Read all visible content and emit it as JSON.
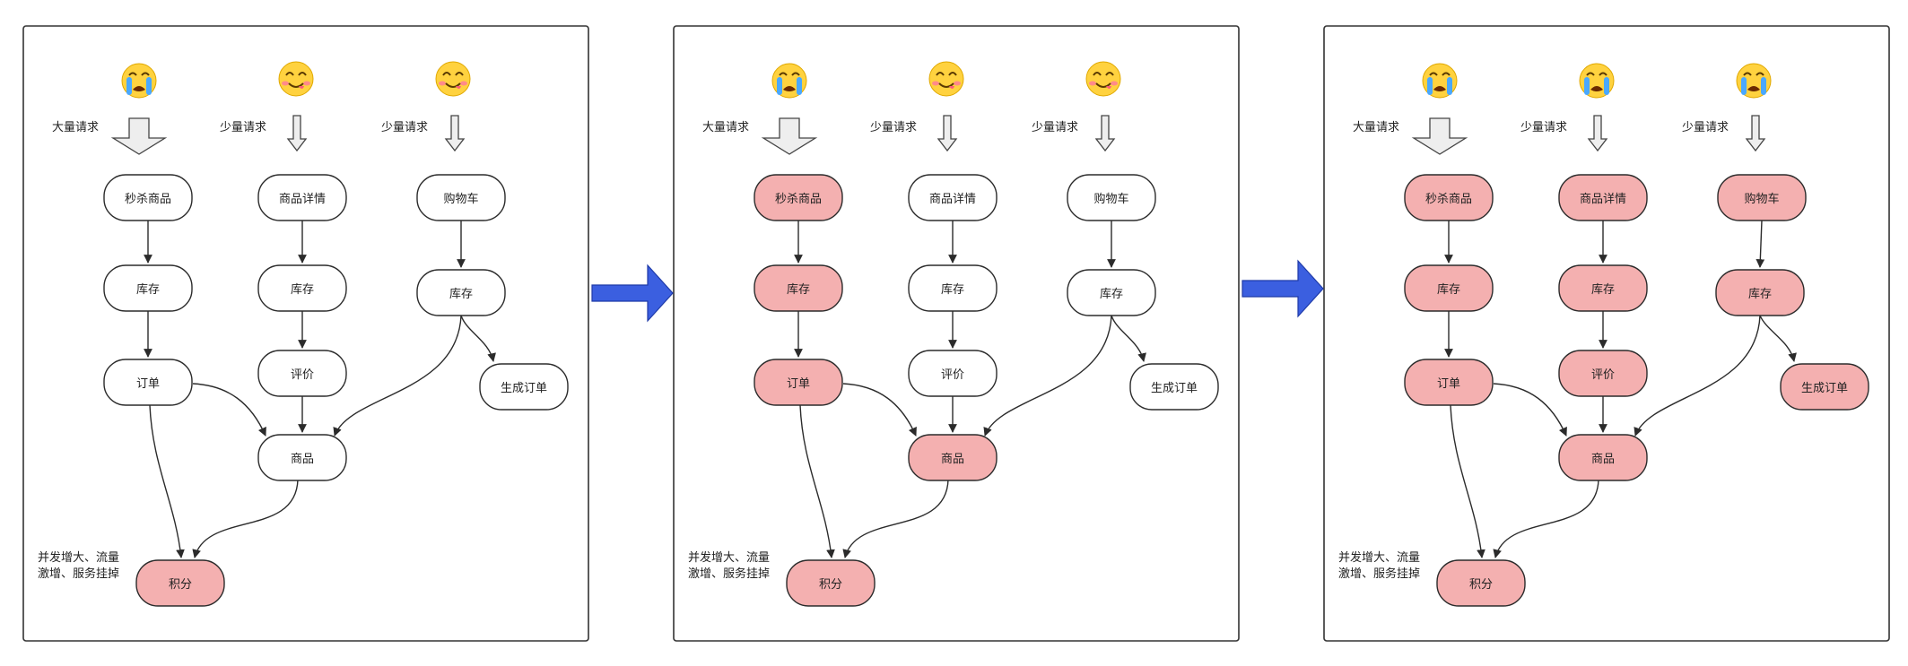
{
  "colors": {
    "overloaded_fill": "#f4b0b0",
    "normal_fill": "#ffffff",
    "transition_arrow": "#3b5fe0"
  },
  "traffic_labels": {
    "heavy": "大量请求",
    "light": "少量请求"
  },
  "node_labels": {
    "seckill": "秒杀商品",
    "detail": "商品详情",
    "cart": "购物车",
    "stock1": "库存",
    "stock2": "库存",
    "stock3": "库存",
    "order": "订单",
    "review": "评价",
    "product": "商品",
    "gen_order": "生成订单",
    "points": "积分"
  },
  "annotation": {
    "line1": "并发增大、流量",
    "line2": "激增、服务挂掉"
  },
  "panels": [
    {
      "faces": [
        "crying-face-icon",
        "smiling-face-icon",
        "smiling-face-icon"
      ],
      "overloaded": [
        "points"
      ]
    },
    {
      "faces": [
        "crying-face-icon",
        "smiling-face-icon",
        "smiling-face-icon"
      ],
      "overloaded": [
        "seckill",
        "stock1",
        "order",
        "product",
        "points"
      ]
    },
    {
      "faces": [
        "crying-face-icon",
        "crying-face-icon",
        "crying-face-icon"
      ],
      "overloaded": [
        "seckill",
        "detail",
        "cart",
        "stock1",
        "stock2",
        "stock3",
        "order",
        "review",
        "product",
        "gen_order",
        "points"
      ]
    }
  ]
}
